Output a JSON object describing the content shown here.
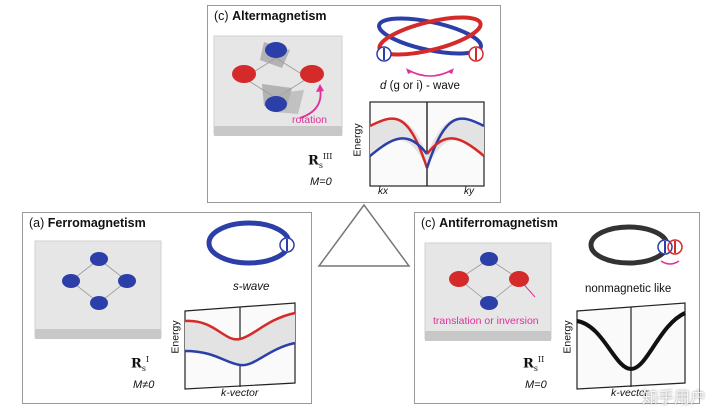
{
  "top_panel": {
    "letter": "(c)",
    "title": "Altermagnetism",
    "wave_label_d": "d",
    "wave_label_rest": "(g or i) - wave",
    "rotation_label": "rotation",
    "symbol_main": "R",
    "symbol_sub": "s",
    "symbol_sup": "III",
    "m_value": "M=0",
    "energy_label": "Energy",
    "kx_label": "kx",
    "ky_label": "ky"
  },
  "left_panel": {
    "letter": "(a)",
    "title": "Ferromagnetism",
    "wave_label": "s-wave",
    "symbol_main": "R",
    "symbol_sub": "s",
    "symbol_sup": "I",
    "m_value": "M≠0",
    "energy_label": "Energy",
    "kvector_label": "k-vector"
  },
  "right_panel": {
    "letter": "(c)",
    "title": "Antiferromagnetism",
    "wave_label": "nonmagnetic like",
    "translation_label": "translation or inversion",
    "symbol_main": "R",
    "symbol_sub": "s",
    "symbol_sup": "II",
    "m_value": "M=0",
    "energy_label": "Energy",
    "kvector_label": "k-vector"
  },
  "watermark": "知乎用户",
  "colors": {
    "spin_up": "#d42a2a",
    "spin_down": "#2c3fa8",
    "accent": "#e0309a",
    "frame": "#9a9a9a",
    "slab": "#dcdcdc"
  }
}
